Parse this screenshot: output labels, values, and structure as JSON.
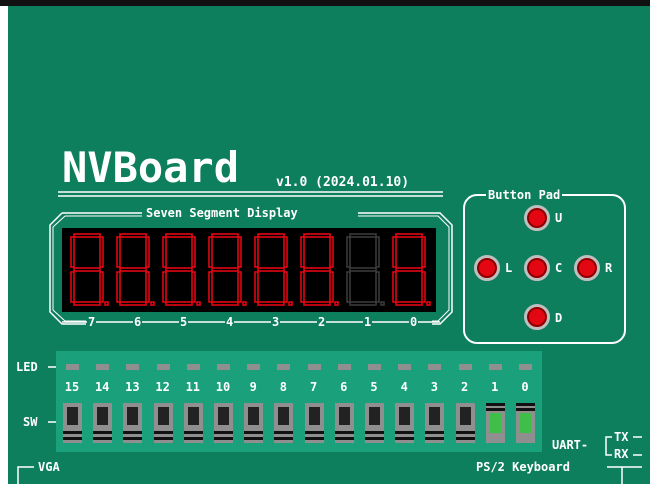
{
  "board": {
    "title": "NVBoard",
    "version": "v1.0 (2024.01.10)",
    "seven_segment_label": "Seven Segment Display",
    "digit_indices": [
      "7",
      "6",
      "5",
      "4",
      "3",
      "2",
      "1",
      "0"
    ],
    "button_pad_label": "Button Pad",
    "buttons": [
      {
        "key": "up",
        "label": "U"
      },
      {
        "key": "left",
        "label": "L"
      },
      {
        "key": "center",
        "label": "C"
      },
      {
        "key": "right",
        "label": "R"
      },
      {
        "key": "down",
        "label": "D"
      }
    ],
    "led_label": "LED",
    "sw_label": "SW",
    "switch_numbers": [
      "15",
      "14",
      "13",
      "12",
      "11",
      "10",
      "9",
      "8",
      "7",
      "6",
      "5",
      "4",
      "3",
      "2",
      "1",
      "0"
    ],
    "switch_states": [
      false,
      false,
      false,
      false,
      false,
      false,
      false,
      false,
      false,
      false,
      false,
      false,
      false,
      false,
      true,
      true
    ],
    "uart_label": "UART-",
    "uart_tx": "TX",
    "uart_rx": "RX",
    "vga_label": "VGA",
    "ps2_label": "PS/2 Keyboard"
  },
  "colors": {
    "board": "#0e7f5c",
    "panel": "#1aa07a",
    "segment_on": "#e30613",
    "segment_off": "#3a3a3a",
    "button": "#e30613",
    "switch_on": "#3fbf4a"
  }
}
